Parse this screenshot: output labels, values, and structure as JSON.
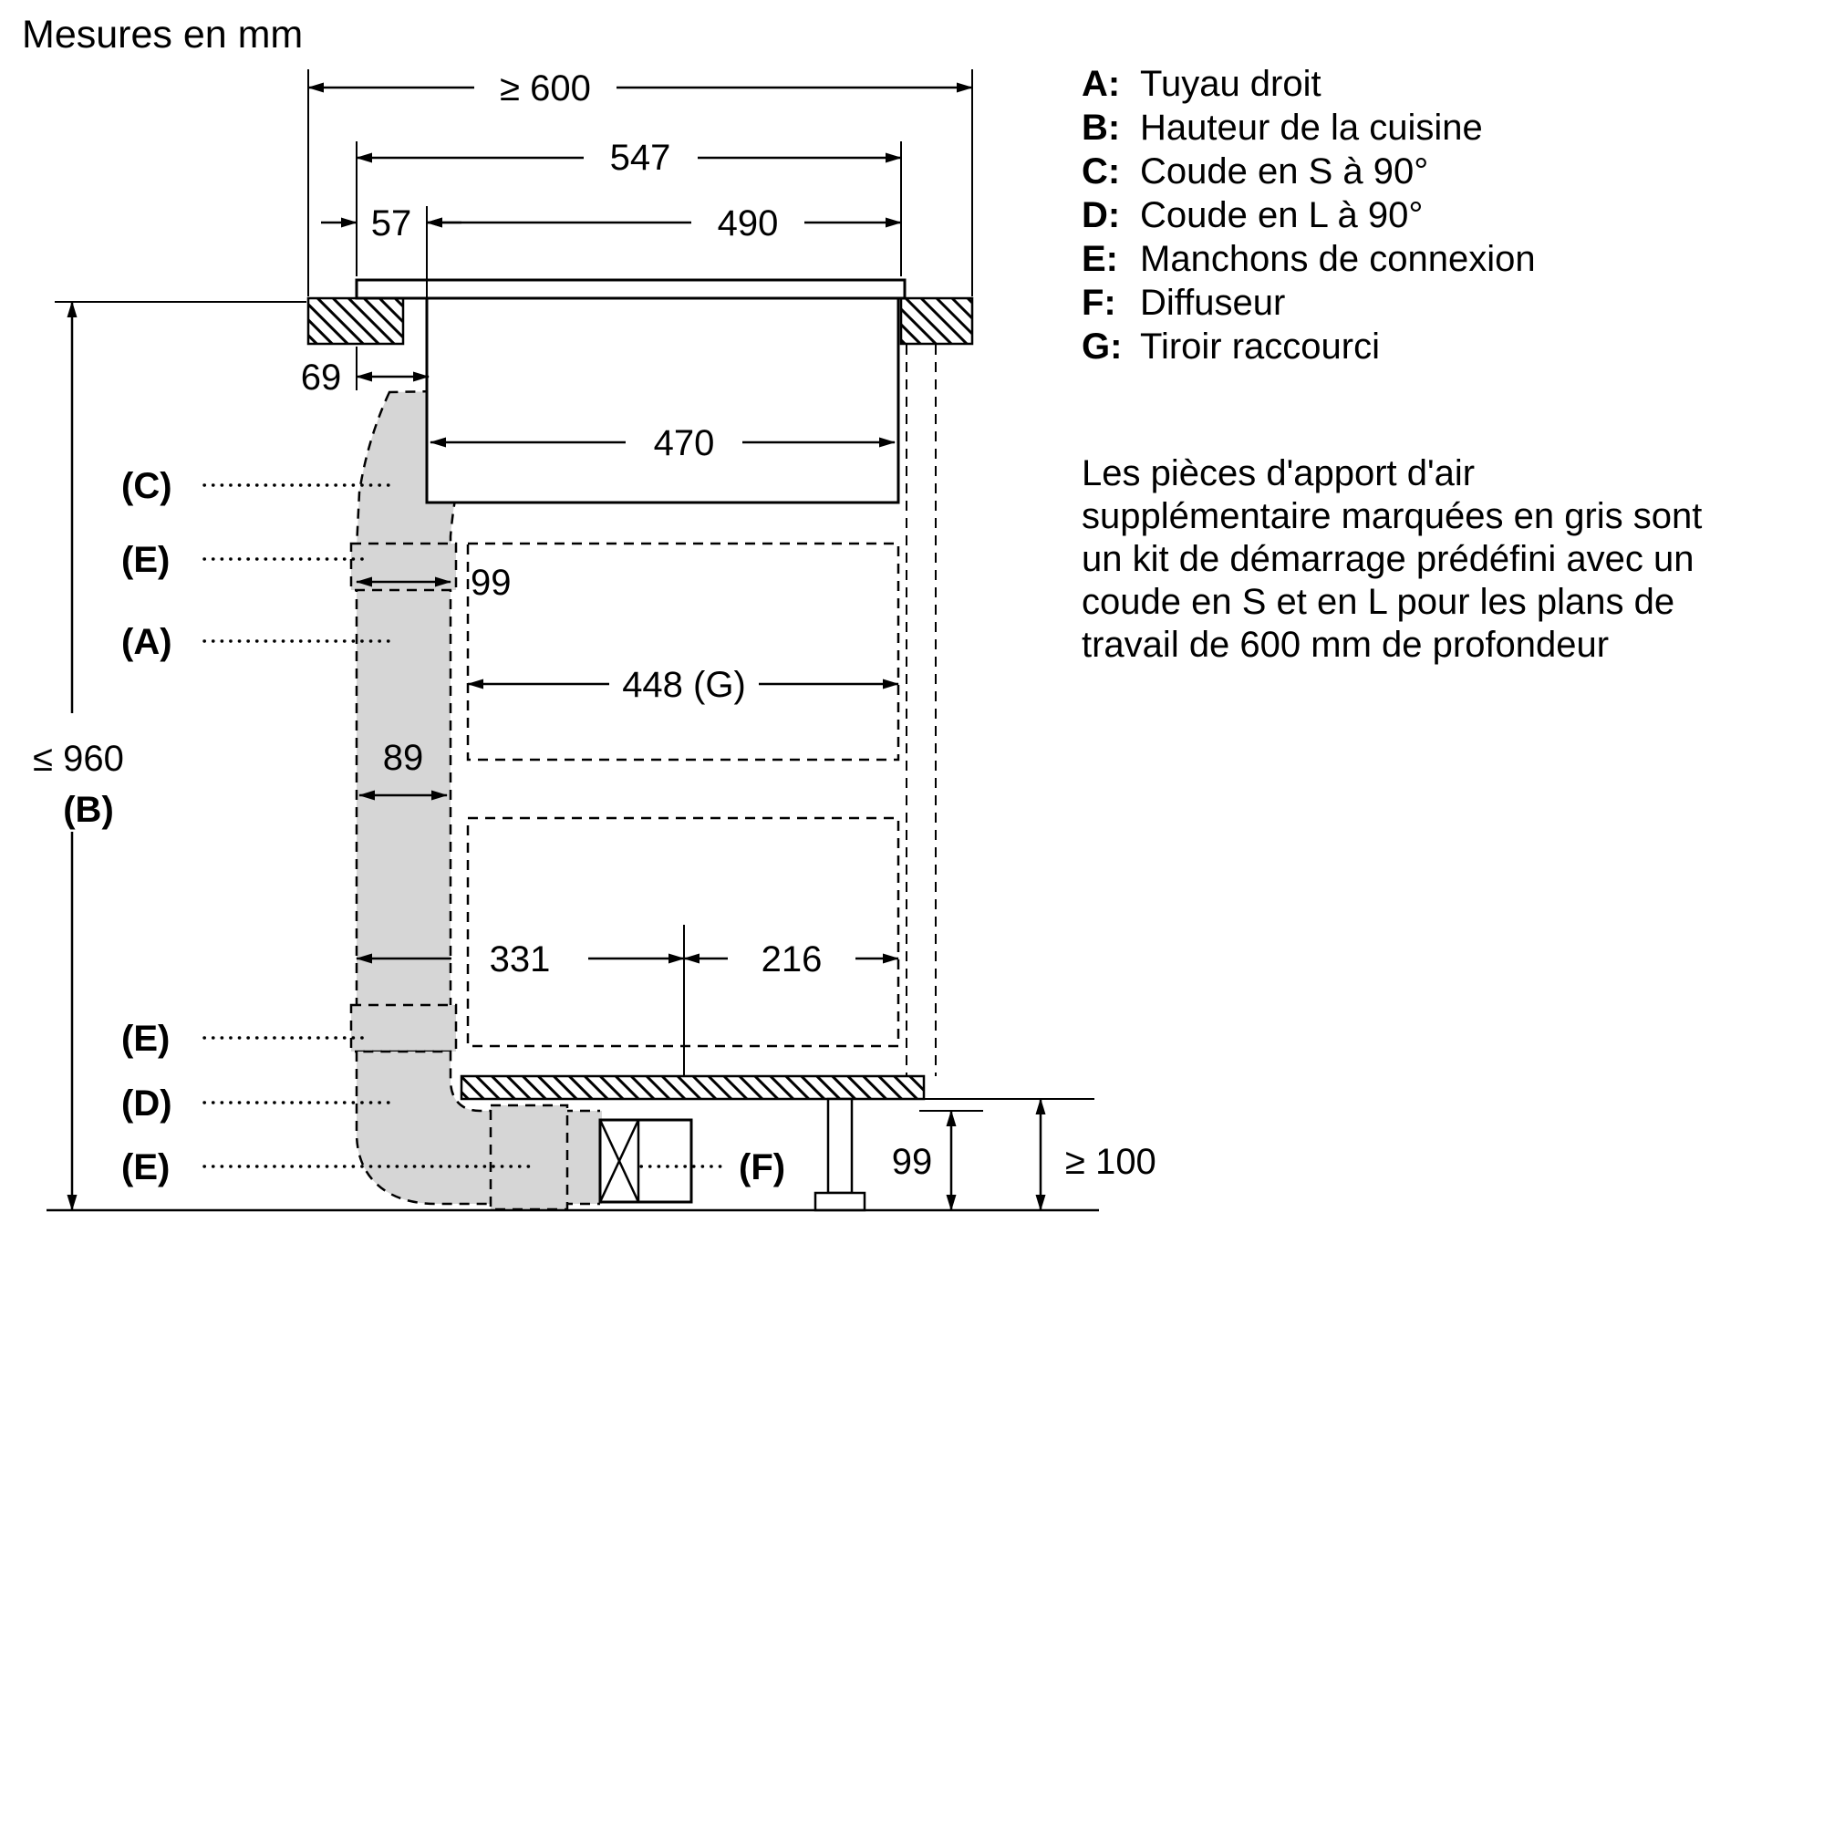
{
  "title": "Mesures en mm",
  "dimensions": {
    "counter_depth": "≥ 600",
    "plate_width": "547",
    "left_offset": "57",
    "body_width": "490",
    "duct_offset": "69",
    "inner_width": "470",
    "duct_width_top": "99",
    "drawer_width": "448 (G)",
    "duct_width_mid": "89",
    "base_left": "331",
    "base_right": "216",
    "duct_height_bottom": "99",
    "floor_clearance": "≥ 100",
    "total_height": "≤ 960",
    "total_height_ref": "(B)"
  },
  "part_labels": {
    "c": "(C)",
    "e_top": "(E)",
    "a": "(A)",
    "e_mid": "(E)",
    "d": "(D)",
    "e_bottom": "(E)",
    "f": "(F)"
  },
  "legend": {
    "items": [
      {
        "key": "A:",
        "label": "Tuyau droit"
      },
      {
        "key": "B:",
        "label": "Hauteur de la cuisine"
      },
      {
        "key": "C:",
        "label": "Coude en S à 90°"
      },
      {
        "key": "D:",
        "label": "Coude en L à 90°"
      },
      {
        "key": "E:",
        "label": "Manchons de connexion"
      },
      {
        "key": "F:",
        "label": "Diffuseur"
      },
      {
        "key": "G:",
        "label": "Tiroir raccourci"
      }
    ]
  },
  "note": {
    "lines": [
      "Les pièces d'apport d'air",
      "supplémentaire marquées en gris sont",
      "un kit de démarrage prédéfini avec un",
      "coude en S et en L pour les plans de",
      "travail de 600 mm de profondeur"
    ]
  },
  "colors": {
    "duct_fill": "#d6d6d6",
    "line": "#000000"
  }
}
